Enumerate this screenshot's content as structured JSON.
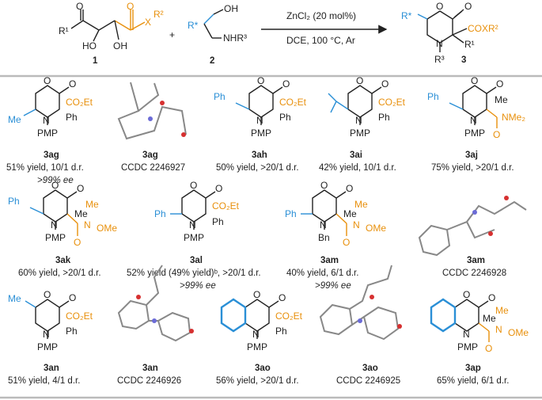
{
  "reaction": {
    "reagent1_label": "1",
    "reagent2_label": "2",
    "product_label": "3",
    "plus": "+",
    "conditions_top": "ZnCl₂ (20 mol%)",
    "conditions_bottom": "DCE, 100 °C, Ar"
  },
  "atoms": {
    "O": "O",
    "OH": "OH",
    "HO": "HO",
    "N": "N",
    "X": "X",
    "R1": "R¹",
    "R2": "R²",
    "R3": "R³",
    "Rstar": "R*",
    "NHR3": "NHR³",
    "CO2Et": "CO₂Et",
    "COXR2": "COXR²",
    "Ph": "Ph",
    "Me": "Me",
    "PMP": "PMP",
    "Bn": "Bn",
    "NMe2": "NMe₂",
    "OMe": "OMe"
  },
  "entries": [
    {
      "label": "3ag",
      "lines": [
        "51% yield, 10/1 d.r.",
        ">99% ee"
      ]
    },
    {
      "label": "3ag",
      "lines": [
        "CCDC 2246927"
      ]
    },
    {
      "label": "3ah",
      "lines": [
        "50% yield, >20/1 d.r."
      ]
    },
    {
      "label": "3ai",
      "lines": [
        "42% yield, 10/1 d.r."
      ]
    },
    {
      "label": "3aj",
      "lines": [
        "75% yield, >20/1 d.r."
      ]
    },
    {
      "label": "3ak",
      "lines": [
        "60% yield, >20/1 d.r."
      ]
    },
    {
      "label": "3al",
      "lines": [
        "52% yield (49% yield)ᵇ, >20/1 d.r.",
        ">99% ee"
      ]
    },
    {
      "label": "3am",
      "lines": [
        "40% yield, 6/1 d.r.",
        ">99% ee"
      ]
    },
    {
      "label": "3am",
      "lines": [
        "CCDC 2246928"
      ]
    },
    {
      "label": "3an",
      "lines": [
        "51% yield, 4/1 d.r."
      ]
    },
    {
      "label": "3an",
      "lines": [
        "CCDC 2246926"
      ]
    },
    {
      "label": "3ao",
      "lines": [
        "56% yield, >20/1 d.r."
      ]
    },
    {
      "label": "3ao",
      "lines": [
        "CCDC 2246925"
      ]
    },
    {
      "label": "3ap",
      "lines": [
        "65% yield, 6/1 d.r."
      ]
    }
  ]
}
